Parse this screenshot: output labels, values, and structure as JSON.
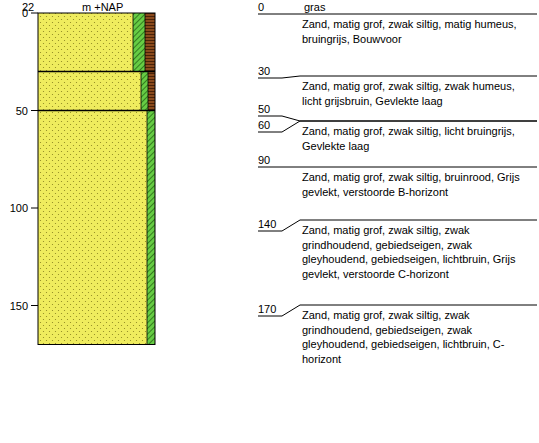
{
  "diagram": {
    "labels": [
      "22",
      "m +NAP",
      "0",
      "50",
      "100",
      "150",
      "0",
      "gras",
      "Zand, matig grof, zwak siltig, matig humeus, bruingrijs, Bouwvoor",
      "30",
      "Zand, matig grof, zwak siltig, zwak humeus, licht grijsbruin, Gevlekte laag",
      "50",
      "60",
      "Zand, matig grof, zwak siltig, licht bruingrijs, Gevlekte laag",
      "90",
      "Zand, matig grof, zwak siltig, bruinrood, Grijs gevlekt, verstoorde B-horizont",
      "140",
      "Zand, matig grof, zwak siltig, zwak grindhoudend, gebiedseigen, zwak gleyhoudend, gebiedseigen, lichtbruin, Grijs gevlekt, verstoorde C-horizont",
      "170",
      "Zand, matig grof, zwak siltig, zwak grindhoudend, gebiedseigen, zwak gleyhoudend, gebiedseigen, lichtbruin, C-horizont"
    ]
  }
}
